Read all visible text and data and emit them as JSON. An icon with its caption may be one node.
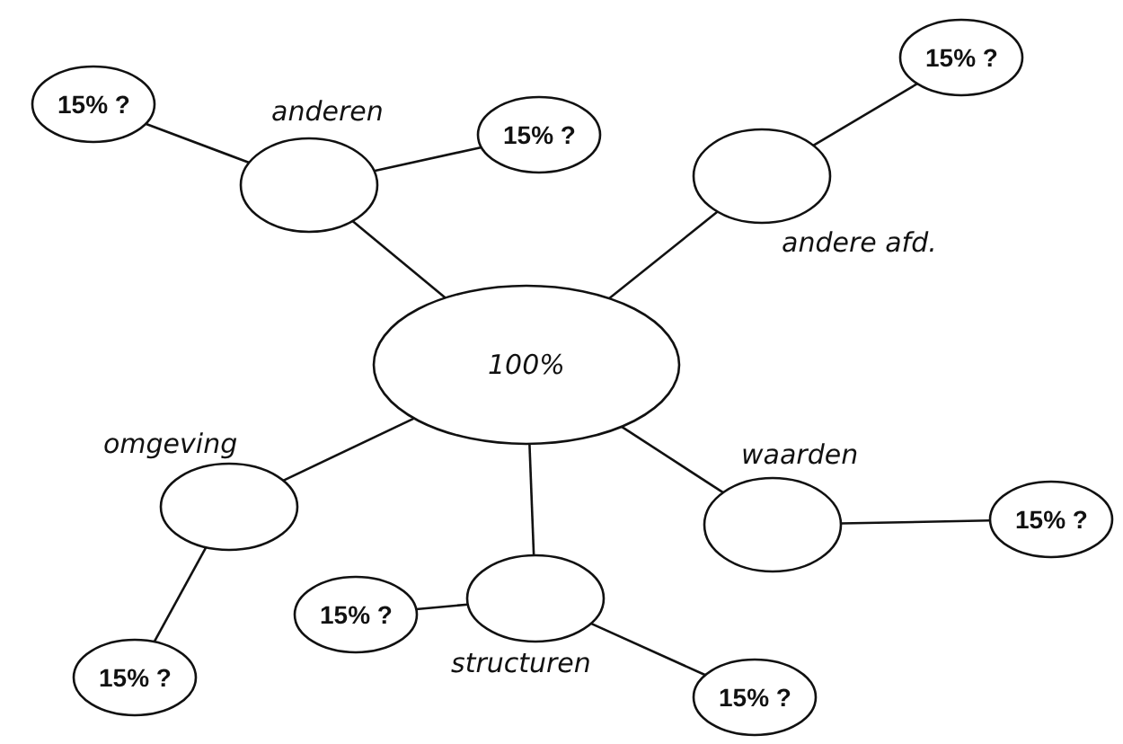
{
  "diagram": {
    "nodes": [
      {
        "text": [
          "100%"
        ]
      },
      {
        "text": [
          "anderen"
        ]
      },
      {
        "text": [
          "15% ?"
        ]
      },
      {
        "text": [
          "15% ?"
        ]
      },
      {
        "text": [
          "andere afd."
        ]
      },
      {
        "text": [
          "15% ?"
        ]
      },
      {
        "text": [
          "omgeving"
        ]
      },
      {
        "text": [
          "15% ?"
        ]
      },
      {
        "text": [
          "waarden"
        ]
      },
      {
        "text": [
          "15% ?"
        ]
      },
      {
        "text": [
          "structuren"
        ]
      },
      {
        "text": [
          "15% ?"
        ]
      },
      {
        "text": [
          "15% ?"
        ]
      }
    ],
    "edges": [
      {
        "from": 0,
        "to": 1,
        "arrow": "none"
      },
      {
        "from": 1,
        "to": 2,
        "arrow": "none"
      },
      {
        "from": 1,
        "to": 3,
        "arrow": "none"
      },
      {
        "from": 0,
        "to": 4,
        "arrow": "none"
      },
      {
        "from": 4,
        "to": 5,
        "arrow": "none"
      },
      {
        "from": 0,
        "to": 6,
        "arrow": "none"
      },
      {
        "from": 6,
        "to": 7,
        "arrow": "none"
      },
      {
        "from": 0,
        "to": 8,
        "arrow": "none"
      },
      {
        "from": 8,
        "to": 9,
        "arrow": "none"
      },
      {
        "from": 0,
        "to": 10,
        "arrow": "none"
      },
      {
        "from": 10,
        "to": 11,
        "arrow": "none"
      },
      {
        "from": 10,
        "to": 12,
        "arrow": "none"
      }
    ]
  }
}
